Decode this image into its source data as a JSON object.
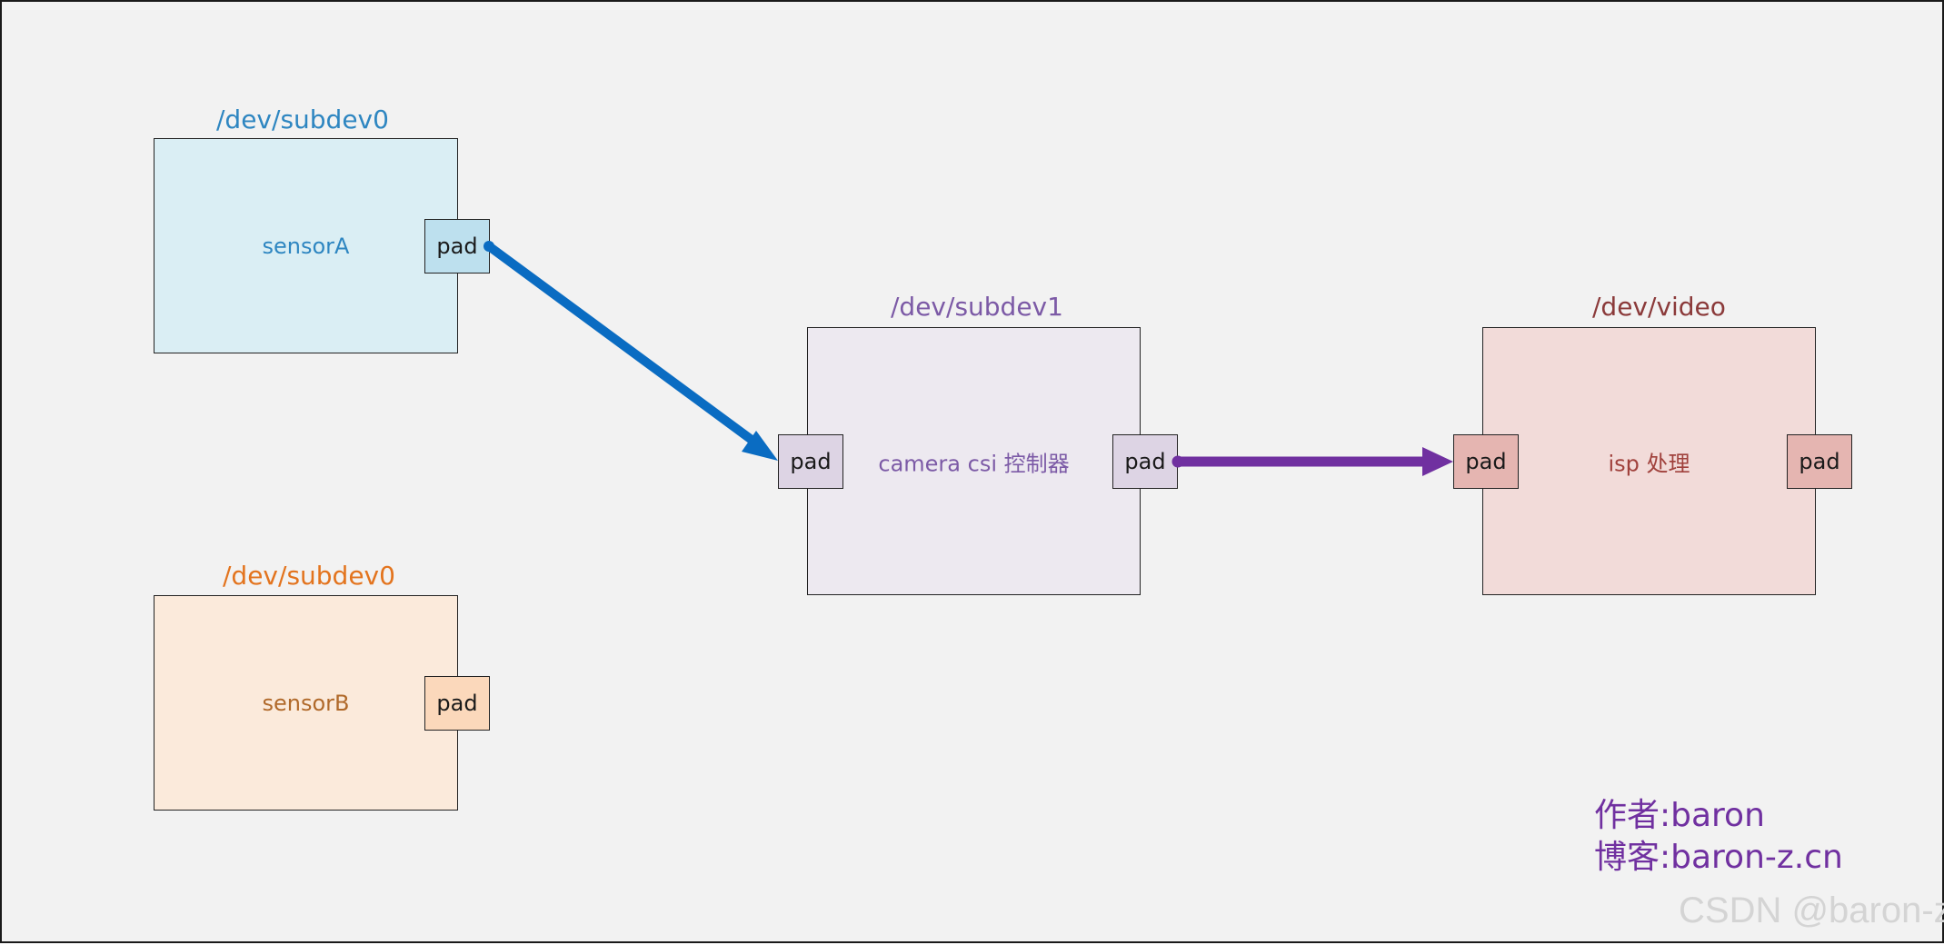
{
  "colors": {
    "sensorA": "#2e86c1",
    "sensorB": "#c0651d",
    "csi": "#7c5aa6",
    "isp": "#8b3a3a",
    "arrow_blue": "#0a6cc2",
    "arrow_purple": "#7030a0",
    "credit": "#7030a0"
  },
  "nodes": {
    "sensorA": {
      "title": "/dev/subdev0",
      "label": "sensorA",
      "pads": [
        "pad"
      ]
    },
    "sensorB": {
      "title": "/dev/subdev0",
      "label": "sensorB",
      "pads": [
        "pad"
      ]
    },
    "csi": {
      "title": "/dev/subdev1",
      "label": "camera csi 控制器",
      "pads": [
        "pad",
        "pad"
      ]
    },
    "isp": {
      "title": "/dev/video",
      "label": "isp 处理",
      "pads": [
        "pad",
        "pad"
      ]
    }
  },
  "credit": {
    "author": "作者:baron",
    "blog": "博客:baron-z.cn"
  },
  "watermark": "CSDN @baron-z"
}
